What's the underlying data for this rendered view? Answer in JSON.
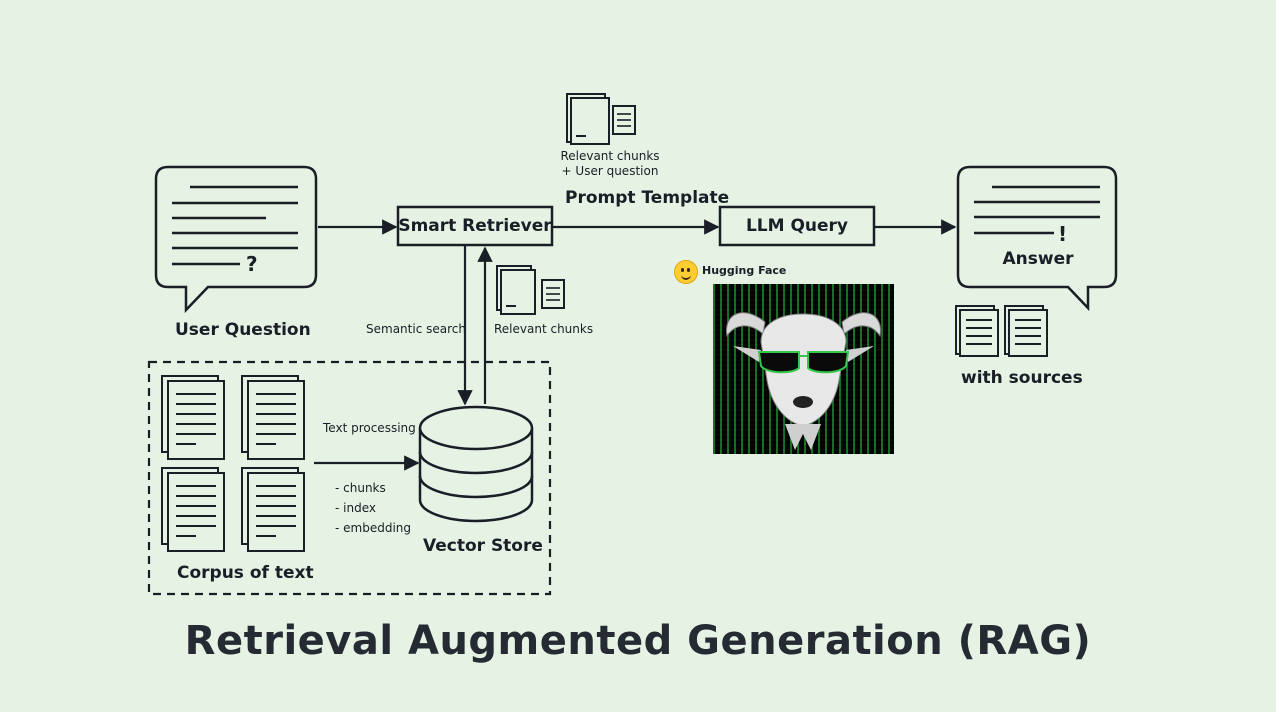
{
  "title": "Retrieval Augmented Generation (RAG)",
  "nodes": {
    "user_question": "User Question",
    "smart_retriever": "Smart Retriever",
    "llm_query": "LLM Query",
    "answer": "Answer",
    "vector_store": "Vector Store",
    "corpus": "Corpus of text",
    "with_sources": "with sources",
    "prompt_template": "Prompt Template",
    "hugging_face": "Hugging Face"
  },
  "edge_labels": {
    "relevant_chunks_top_line1": "Relevant chunks",
    "relevant_chunks_top_line2": "+ User question",
    "semantic_search": "Semantic search",
    "relevant_chunks": "Relevant chunks",
    "text_processing": "Text processing",
    "processing_steps": [
      "- chunks",
      "- index",
      "- embedding"
    ]
  },
  "glyphs": {
    "question_mark": "?",
    "exclamation_mark": "!"
  },
  "colors": {
    "background": "#e6f2e4",
    "ink": "#1a1e26",
    "emoji": "#ffcc33",
    "matrix_green": "#28c83c"
  },
  "icons": [
    "speech-bubble-icon",
    "documents-icon",
    "database-icon",
    "hugging-face-icon",
    "goat-image"
  ]
}
